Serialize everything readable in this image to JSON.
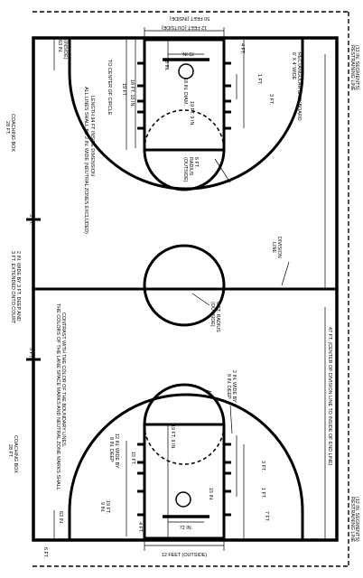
{
  "labels": {
    "fifty_feet_inside": "50 FEET (INSIDE)",
    "twelve_feet_outside_top": "12 FEET (OUTSIDE)",
    "twelve_feet_outside_bottom": "12 FEET (OUTSIDE)",
    "restraining_line_top": "RESTRAINING LINE",
    "restraining_line_top_2": "(12 IN. SEGMENTS)",
    "restraining_line_bottom": "RESTRAINING LINE",
    "restraining_line_bottom_2": "(12 IN. SEGMENTS)",
    "backboard_1": "RECTANGULAR BACKBOARD",
    "backboard_2": "6' X 4' WIDE",
    "four_ft_top": "4 FT.",
    "one_ft_top": "1 FT.",
    "three_ft_top": "3 FT.",
    "seventy_two_top": "72 IN.",
    "fifteen_in_top": "15 IN.",
    "diam": "18 IN. DIAM.",
    "nineteen_nine_top": "19 FT. 9 IN.",
    "eighteen_ten": "18 FT. 10 IN.",
    "nineteen_ft_top": "19 FT.",
    "to_center": "TO CENTER OF CIRCLE",
    "sixty_three_top_1": "63 IN.",
    "sixty_three_top_2": "(INSIDE)",
    "length_1": "LENGTH 94 FT INSIDE DIMENSION",
    "length_2": "ALL LINES SHALL BE 2 IN. WIDE (NEUTRAL ZONES EXCLUDED)",
    "six_ft_radius_top_1": "6 FT.",
    "six_ft_radius_top_2": "RADIUS",
    "six_ft_radius_top_3": "(OUTSIDE)",
    "coaching_box_top_1": "COACHING BOX",
    "coaching_box_top_2": "28 FT.",
    "three_ft_left_top": "3 FT.",
    "division_1": "DIVISION",
    "division_2": "LINE",
    "six_ft_radius_center_1": "6 FT. RADIUS",
    "six_ft_radius_center_2": "(OUTSIDE)",
    "two_in_wide_1": "2 IN. WIDE BY 3 FT. DEEP AND",
    "two_in_wide_2": "3 FT. EXTENDED ONTO COURT",
    "colors_1": "THE COLORS OF THE LANE SPACE MARKS AND NEUTRAL ZONE MARKS SHALL",
    "colors_2": "CONTRAST WITH THE COLOR OF THE BOUNDARY LINES.",
    "forty_seven": "47 FT. (CENTER OF DIVISION LINE TO INSIDE OF END LINE)",
    "three_ft_left_bottom": "3 FT.",
    "two_in_wide_by_1": "2 IN. WIDE BY",
    "two_in_wide_by_2": "8 IN. DEEP",
    "coaching_box_bottom_1": "COACHING BOX",
    "coaching_box_bottom_2": "28 FT.",
    "nineteen_nine_bottom": "19 FT. 9 IN.",
    "fifteen_ft": "15 FT.",
    "twelve_wide_1": "12 IN. WIDE BY",
    "twelve_wide_2": "8 IN. DEEP",
    "three_ft_bottom": "3 FT.",
    "fifteen_in_bottom": "15 IN.",
    "one_ft_bottom": "1 FT.",
    "nineteen_ft_bottom_1": "19 FT.",
    "nineteen_ft_bottom_2": "9 IN.",
    "seven_ft": "7 FT.",
    "four_ft_bottom": "4 FT.",
    "sixty_three_bottom": "63 IN.",
    "seventy_two_bottom": "72 IN.",
    "six_ft_bottom": "6 FT."
  }
}
